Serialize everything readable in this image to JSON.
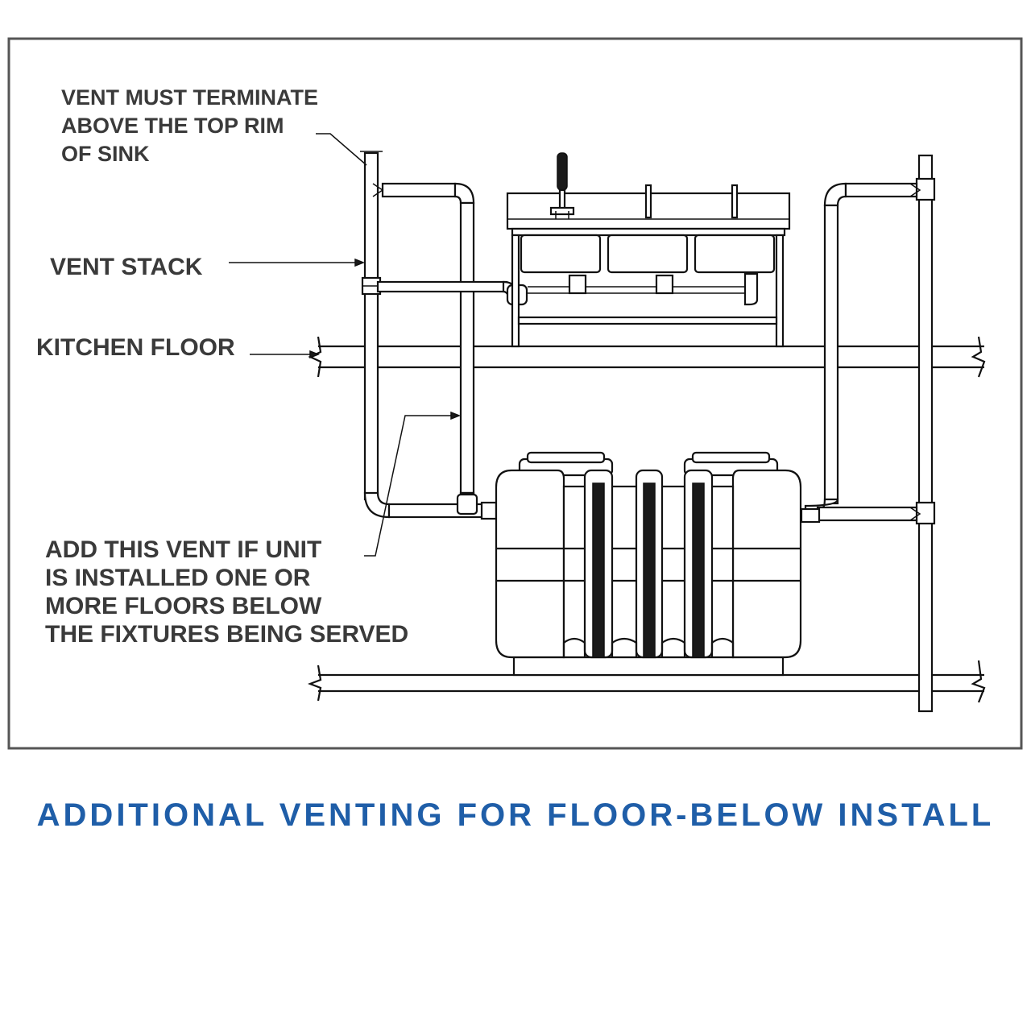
{
  "labels": {
    "vent_terminate": [
      "VENT MUST TERMINATE",
      "ABOVE THE TOP RIM",
      "OF SINK"
    ],
    "vent_stack": "VENT STACK",
    "kitchen_floor": "KITCHEN FLOOR",
    "add_vent": [
      "ADD THIS VENT IF UNIT",
      "IS INSTALLED ONE OR",
      "MORE FLOORS BELOW",
      "THE FIXTURES BEING SERVED"
    ]
  },
  "caption": "ADDITIONAL VENTING FOR FLOOR-BELOW INSTALL",
  "colors": {
    "caption": "#1f5ea8",
    "frame": "#555555",
    "label": "#3a3a3a",
    "line": "#111111"
  }
}
